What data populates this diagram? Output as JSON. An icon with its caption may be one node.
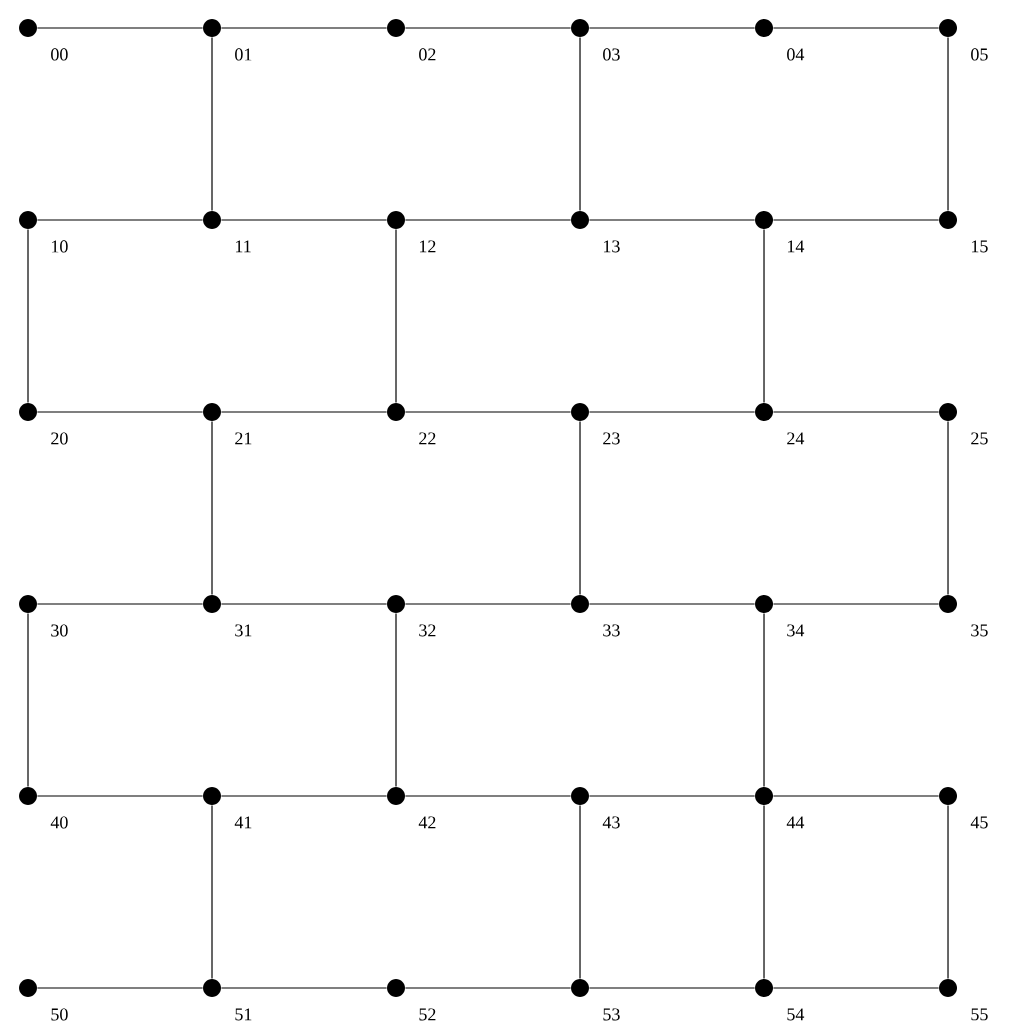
{
  "diagram": {
    "nodes": [
      {
        "text": [],
        "shape": "circle",
        "beside": [
          "00"
        ]
      },
      {
        "text": [],
        "shape": "circle",
        "beside": [
          "01"
        ]
      },
      {
        "text": [],
        "shape": "circle",
        "beside": [
          "02"
        ]
      },
      {
        "text": [],
        "shape": "circle",
        "beside": [
          "03"
        ]
      },
      {
        "text": [],
        "shape": "circle",
        "beside": [
          "04"
        ]
      },
      {
        "text": [],
        "shape": "circle",
        "beside": [
          "05"
        ]
      },
      {
        "text": [],
        "shape": "circle",
        "beside": [
          "10"
        ]
      },
      {
        "text": [],
        "shape": "circle",
        "beside": [
          "11"
        ]
      },
      {
        "text": [],
        "shape": "circle",
        "beside": [
          "12"
        ]
      },
      {
        "text": [],
        "shape": "circle",
        "beside": [
          "13"
        ]
      },
      {
        "text": [],
        "shape": "circle",
        "beside": [
          "14"
        ]
      },
      {
        "text": [],
        "shape": "circle",
        "beside": [
          "15"
        ]
      },
      {
        "text": [],
        "shape": "circle",
        "beside": [
          "20"
        ]
      },
      {
        "text": [],
        "shape": "circle",
        "beside": [
          "21"
        ]
      },
      {
        "text": [],
        "shape": "circle",
        "beside": [
          "22"
        ]
      },
      {
        "text": [],
        "shape": "circle",
        "beside": [
          "23"
        ]
      },
      {
        "text": [],
        "shape": "circle",
        "beside": [
          "24"
        ]
      },
      {
        "text": [],
        "shape": "circle",
        "beside": [
          "25"
        ]
      },
      {
        "text": [],
        "shape": "circle",
        "beside": [
          "30"
        ]
      },
      {
        "text": [],
        "shape": "circle",
        "beside": [
          "31"
        ]
      },
      {
        "text": [],
        "shape": "circle",
        "beside": [
          "32"
        ]
      },
      {
        "text": [],
        "shape": "circle",
        "beside": [
          "33"
        ]
      },
      {
        "text": [],
        "shape": "circle",
        "beside": [
          "34"
        ]
      },
      {
        "text": [],
        "shape": "circle",
        "beside": [
          "35"
        ]
      },
      {
        "text": [],
        "shape": "circle",
        "beside": [
          "40"
        ]
      },
      {
        "text": [],
        "shape": "circle",
        "beside": [
          "41"
        ]
      },
      {
        "text": [],
        "shape": "circle",
        "beside": [
          "42"
        ]
      },
      {
        "text": [],
        "shape": "circle",
        "beside": [
          "43"
        ]
      },
      {
        "text": [],
        "shape": "circle",
        "beside": [
          "44"
        ]
      },
      {
        "text": [],
        "shape": "circle",
        "beside": [
          "45"
        ]
      },
      {
        "text": [],
        "shape": "circle",
        "beside": [
          "50"
        ]
      },
      {
        "text": [],
        "shape": "circle",
        "beside": [
          "51"
        ]
      },
      {
        "text": [],
        "shape": "circle",
        "beside": [
          "52"
        ]
      },
      {
        "text": [],
        "shape": "circle",
        "beside": [
          "53"
        ]
      },
      {
        "text": [],
        "shape": "circle",
        "beside": [
          "54"
        ]
      },
      {
        "text": [],
        "shape": "circle",
        "beside": [
          "55"
        ]
      }
    ],
    "edges": [
      {
        "from": 0,
        "to": 1,
        "arrow": "none"
      },
      {
        "from": 1,
        "to": 2,
        "arrow": "none"
      },
      {
        "from": 2,
        "to": 3,
        "arrow": "none"
      },
      {
        "from": 3,
        "to": 4,
        "arrow": "none"
      },
      {
        "from": 4,
        "to": 5,
        "arrow": "none"
      },
      {
        "from": 1,
        "to": 7,
        "arrow": "none"
      },
      {
        "from": 3,
        "to": 9,
        "arrow": "none"
      },
      {
        "from": 5,
        "to": 11,
        "arrow": "none"
      },
      {
        "from": 6,
        "to": 7,
        "arrow": "none"
      },
      {
        "from": 7,
        "to": 8,
        "arrow": "none"
      },
      {
        "from": 8,
        "to": 9,
        "arrow": "none"
      },
      {
        "from": 9,
        "to": 10,
        "arrow": "none"
      },
      {
        "from": 10,
        "to": 11,
        "arrow": "none"
      },
      {
        "from": 6,
        "to": 12,
        "arrow": "none"
      },
      {
        "from": 8,
        "to": 14,
        "arrow": "none"
      },
      {
        "from": 10,
        "to": 16,
        "arrow": "none"
      },
      {
        "from": 12,
        "to": 13,
        "arrow": "none"
      },
      {
        "from": 13,
        "to": 14,
        "arrow": "none"
      },
      {
        "from": 14,
        "to": 15,
        "arrow": "none"
      },
      {
        "from": 15,
        "to": 16,
        "arrow": "none"
      },
      {
        "from": 16,
        "to": 17,
        "arrow": "none"
      },
      {
        "from": 13,
        "to": 19,
        "arrow": "none"
      },
      {
        "from": 15,
        "to": 21,
        "arrow": "none"
      },
      {
        "from": 17,
        "to": 23,
        "arrow": "none"
      },
      {
        "from": 18,
        "to": 19,
        "arrow": "none"
      },
      {
        "from": 19,
        "to": 20,
        "arrow": "none"
      },
      {
        "from": 20,
        "to": 21,
        "arrow": "none"
      },
      {
        "from": 21,
        "to": 22,
        "arrow": "none"
      },
      {
        "from": 22,
        "to": 23,
        "arrow": "none"
      },
      {
        "from": 18,
        "to": 24,
        "arrow": "none"
      },
      {
        "from": 20,
        "to": 26,
        "arrow": "none"
      },
      {
        "from": 22,
        "to": 28,
        "arrow": "none"
      },
      {
        "from": 24,
        "to": 25,
        "arrow": "none"
      },
      {
        "from": 25,
        "to": 26,
        "arrow": "none"
      },
      {
        "from": 26,
        "to": 27,
        "arrow": "none"
      },
      {
        "from": 27,
        "to": 28,
        "arrow": "none"
      },
      {
        "from": 28,
        "to": 29,
        "arrow": "none"
      },
      {
        "from": 25,
        "to": 31,
        "arrow": "none"
      },
      {
        "from": 27,
        "to": 33,
        "arrow": "none"
      },
      {
        "from": 28,
        "to": 34,
        "arrow": "none"
      },
      {
        "from": 29,
        "to": 35,
        "arrow": "none"
      },
      {
        "from": 30,
        "to": 31,
        "arrow": "none"
      },
      {
        "from": 31,
        "to": 32,
        "arrow": "none"
      },
      {
        "from": 32,
        "to": 33,
        "arrow": "none"
      },
      {
        "from": 33,
        "to": 34,
        "arrow": "none"
      },
      {
        "from": 34,
        "to": 35,
        "arrow": "none"
      }
    ]
  }
}
